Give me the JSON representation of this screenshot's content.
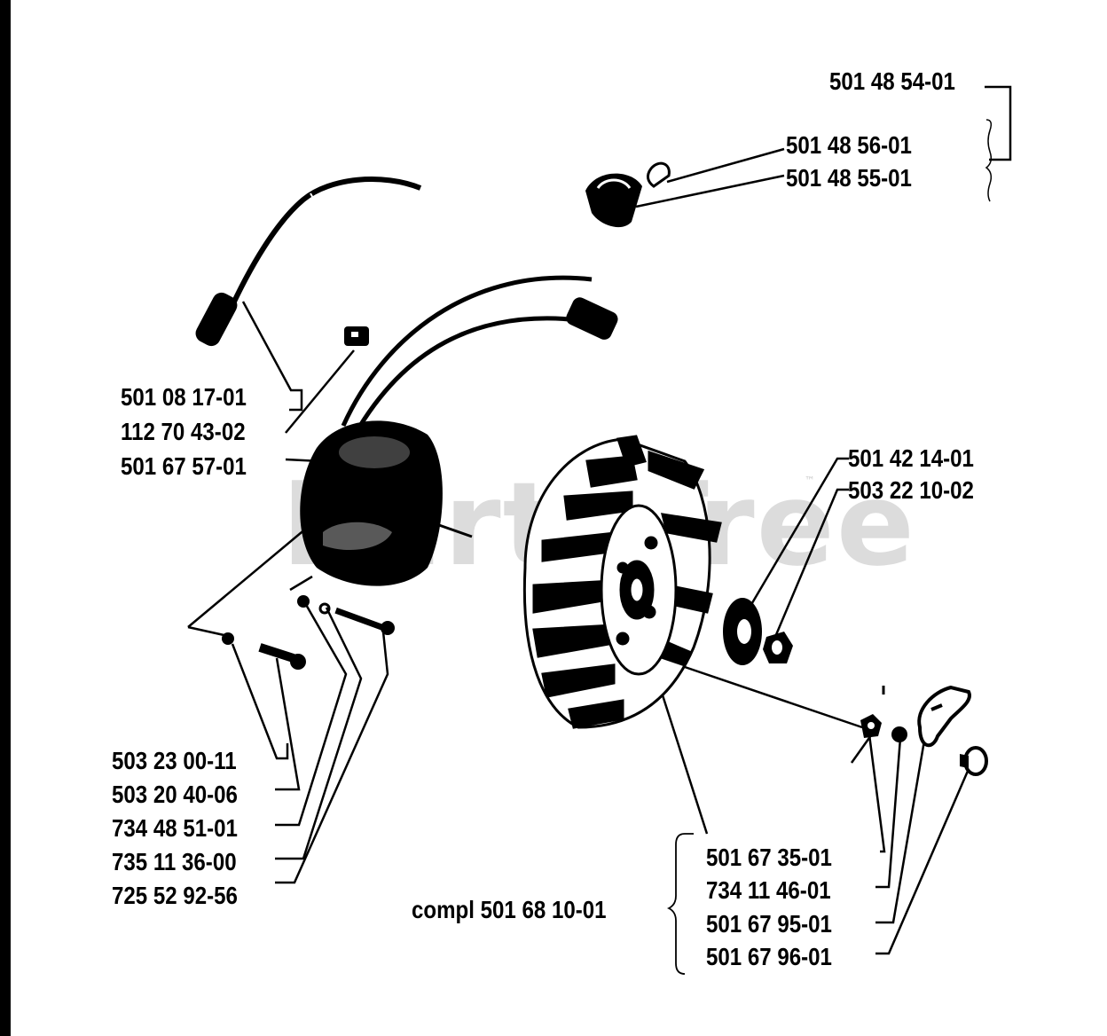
{
  "watermark": "PartsTree",
  "watermark_mark": "™",
  "parts": {
    "p_501_48_54_01": "501 48 54-01",
    "p_501_48_56_01": "501 48 56-01",
    "p_501_48_55_01": "501 48 55-01",
    "p_501_08_17_01": "501 08 17-01",
    "p_112_70_43_02": "112 70 43-02",
    "p_501_67_57_01": "501 67 57-01",
    "p_501_42_14_01": "501 42 14-01",
    "p_503_22_10_02": "503 22 10-02",
    "p_503_23_00_11": "503 23 00-11",
    "p_503_20_40_06": "503 20 40-06",
    "p_734_48_51_01": "734 48 51-01",
    "p_735_11_36_00": "735 11 36-00",
    "p_725_52_92_56": "725 52 92-56",
    "p_501_67_35_01": "501 67 35-01",
    "p_734_11_46_01": "734 11 46-01",
    "p_501_67_95_01": "501 67 95-01",
    "p_501_67_96_01": "501 67 96-01",
    "compl_501_68_10_01": "compl 501 68 10-01"
  },
  "colors": {
    "ink": "#000000",
    "paper": "#ffffff",
    "watermark": "#d9d9d9"
  }
}
